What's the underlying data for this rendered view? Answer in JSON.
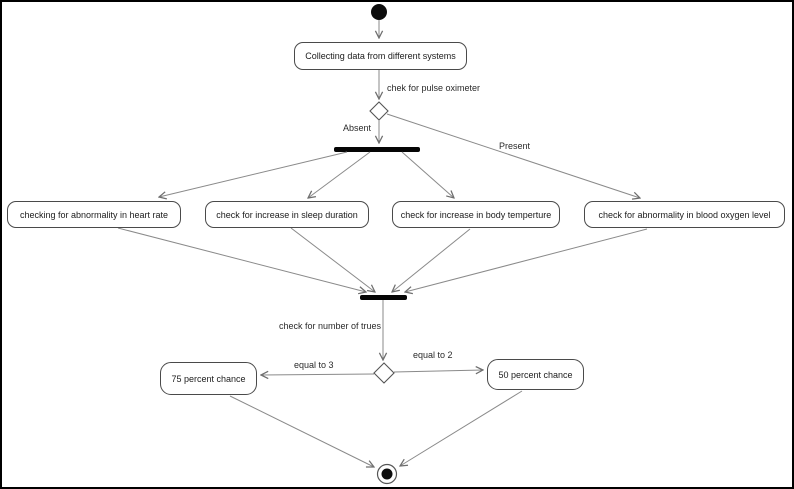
{
  "diagram": {
    "type": "uml-activity-diagram",
    "nodes": {
      "start": "start",
      "collect": "Collecting data from different systems",
      "heart_rate": "checking for abnormality in heart rate",
      "sleep_duration": "check for increase in sleep duration",
      "body_temperature": "check for increase in body temperture",
      "blood_oxygen": "check for abnormality in blood oxygen level",
      "chance_75": "75 percent chance",
      "chance_50": "50 percent chance",
      "end": "end"
    },
    "edge_labels": {
      "pulse_oximeter": "chek for pulse oximeter",
      "absent": "Absent",
      "present": "Present",
      "number_of_trues": "check for number of trues",
      "equal_to_3": "equal to 3",
      "equal_to_2": "equal to 2"
    },
    "colors": {
      "background": "#ffffff",
      "frame": "#000000",
      "line": "#8a8a8a",
      "node_border": "#4a4a4a",
      "sync_bar": "#050505",
      "text": "#1c1c1c"
    }
  }
}
